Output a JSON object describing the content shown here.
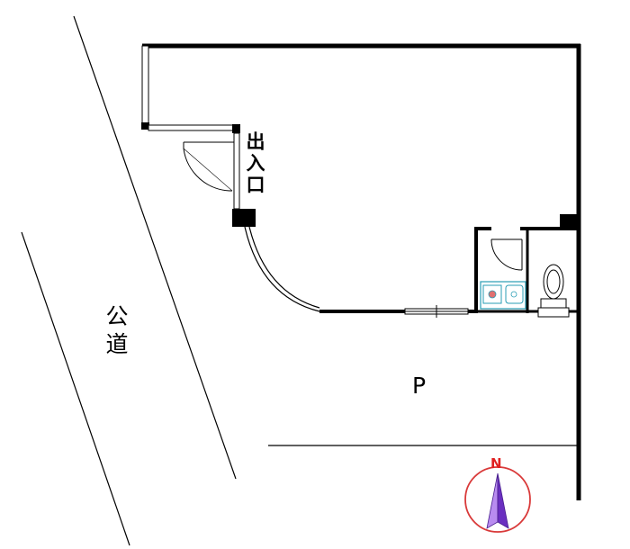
{
  "labels": {
    "entrance": "出入口",
    "public_road": "公道",
    "parking": "P",
    "north": "N"
  },
  "colors": {
    "wall": "#000000",
    "compass_ring": "#d93a3a",
    "compass_arrow_light": "#b98cf0",
    "compass_arrow_dark": "#6a2fc0",
    "fixture_stroke": "#2a9db5",
    "stove_fill": "#e07070"
  },
  "icons": {
    "compass": "north-compass-icon",
    "toilet": "toilet-icon",
    "sink": "sink-icon",
    "stove": "stove-icon"
  }
}
